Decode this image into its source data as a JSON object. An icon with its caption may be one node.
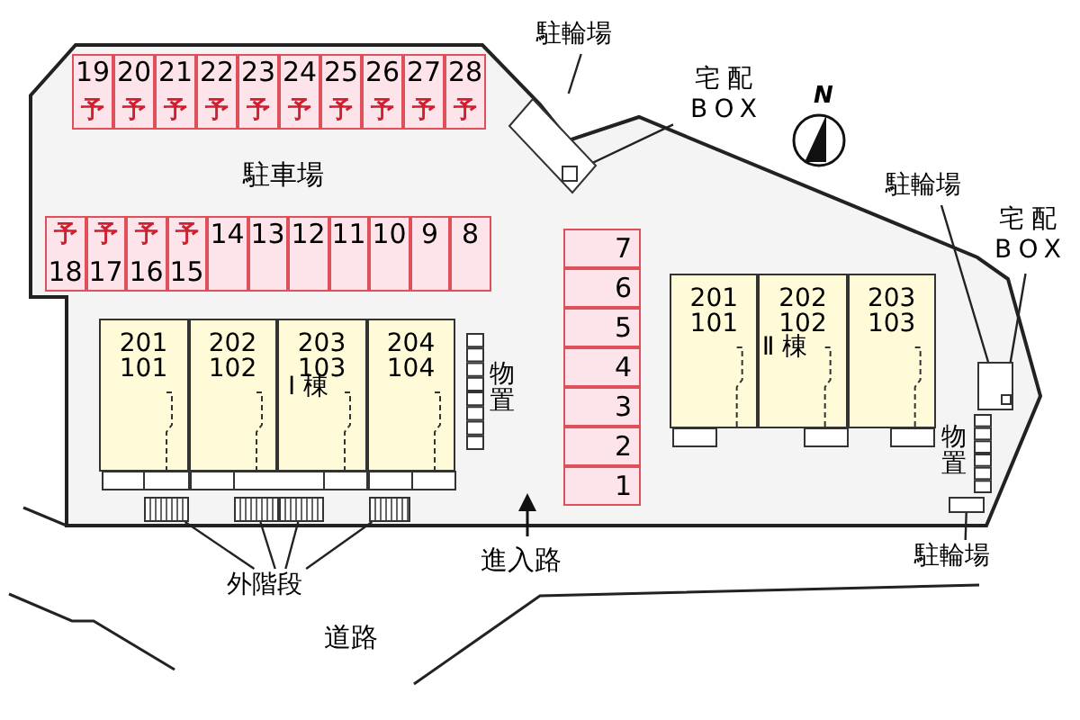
{
  "diagram": {
    "nodes": [
      {
        "text": [
          "19",
          "予"
        ]
      },
      {
        "text": [
          "20",
          "予"
        ]
      },
      {
        "text": [
          "21",
          "予"
        ]
      },
      {
        "text": [
          "22",
          "予"
        ]
      },
      {
        "text": [
          "23",
          "予"
        ]
      },
      {
        "text": [
          "24",
          "予"
        ]
      },
      {
        "text": [
          "25",
          "予"
        ]
      },
      {
        "text": [
          "26",
          "予"
        ]
      },
      {
        "text": [
          "27",
          "予"
        ]
      },
      {
        "text": [
          "28",
          "予"
        ]
      },
      {
        "text": [
          "予",
          "18"
        ]
      },
      {
        "text": [
          "予",
          "17"
        ]
      },
      {
        "text": [
          "予",
          "16"
        ]
      },
      {
        "text": [
          "予",
          "15"
        ]
      },
      {
        "text": [
          "14"
        ]
      },
      {
        "text": [
          "13"
        ]
      },
      {
        "text": [
          "12"
        ]
      },
      {
        "text": [
          "11"
        ]
      },
      {
        "text": [
          "10"
        ]
      },
      {
        "text": [
          "9"
        ]
      },
      {
        "text": [
          "8"
        ]
      },
      {
        "text": [
          "7"
        ]
      },
      {
        "text": [
          "6"
        ]
      },
      {
        "text": [
          "5"
        ]
      },
      {
        "text": [
          "4"
        ]
      },
      {
        "text": [
          "3"
        ]
      },
      {
        "text": [
          "2"
        ]
      },
      {
        "text": [
          "1"
        ]
      },
      {
        "text": [
          "201",
          "101"
        ]
      },
      {
        "text": [
          "202",
          "102"
        ]
      },
      {
        "text": [
          "203",
          "103",
          "Ⅰ 棟"
        ]
      },
      {
        "text": [
          "204",
          "104"
        ]
      },
      {
        "text": [
          "物置"
        ]
      },
      {
        "text": [
          "201",
          "101"
        ]
      },
      {
        "text": [
          "202",
          "102",
          "Ⅱ 棟"
        ]
      },
      {
        "text": [
          "203",
          "103"
        ]
      },
      {
        "text": [
          "駐輪場"
        ]
      },
      {
        "text": [],
        "shape": "box"
      },
      {
        "text": [],
        "shape": "box",
        "in": 37
      },
      {
        "text": [
          "宅配 BOX"
        ]
      },
      {
        "text": [
          "駐輪場"
        ]
      },
      {
        "text": [],
        "shape": "box"
      },
      {
        "text": [],
        "shape": "box",
        "in": 41
      },
      {
        "text": [
          "宅配 BOX"
        ]
      },
      {
        "text": [
          "物置"
        ]
      },
      {
        "text": [
          "外階段"
        ]
      },
      {
        "text": [],
        "shape": "box"
      },
      {
        "text": [],
        "shape": "box"
      },
      {
        "text": [],
        "shape": "box"
      },
      {
        "text": [],
        "shape": "box"
      },
      {
        "text": [],
        "shape": "box"
      },
      {
        "text": [
          "駐輪場"
        ]
      }
    ],
    "edges": [
      {
        "from": 36,
        "to": 37,
        "arrow": "none"
      },
      {
        "from": 39,
        "to": 38,
        "arrow": "none"
      },
      {
        "from": 40,
        "to": 41,
        "arrow": "none"
      },
      {
        "from": 43,
        "to": 42,
        "arrow": "none"
      },
      {
        "from": 45,
        "to": 46,
        "arrow": "none"
      },
      {
        "from": 45,
        "to": 47,
        "arrow": "none"
      },
      {
        "from": 45,
        "to": 48,
        "arrow": "none"
      },
      {
        "from": 45,
        "to": 49,
        "arrow": "none"
      },
      {
        "from": 51,
        "to": 50,
        "arrow": "none"
      }
    ],
    "labels": [
      "駐車場",
      "N",
      "進入路",
      "道路"
    ]
  }
}
